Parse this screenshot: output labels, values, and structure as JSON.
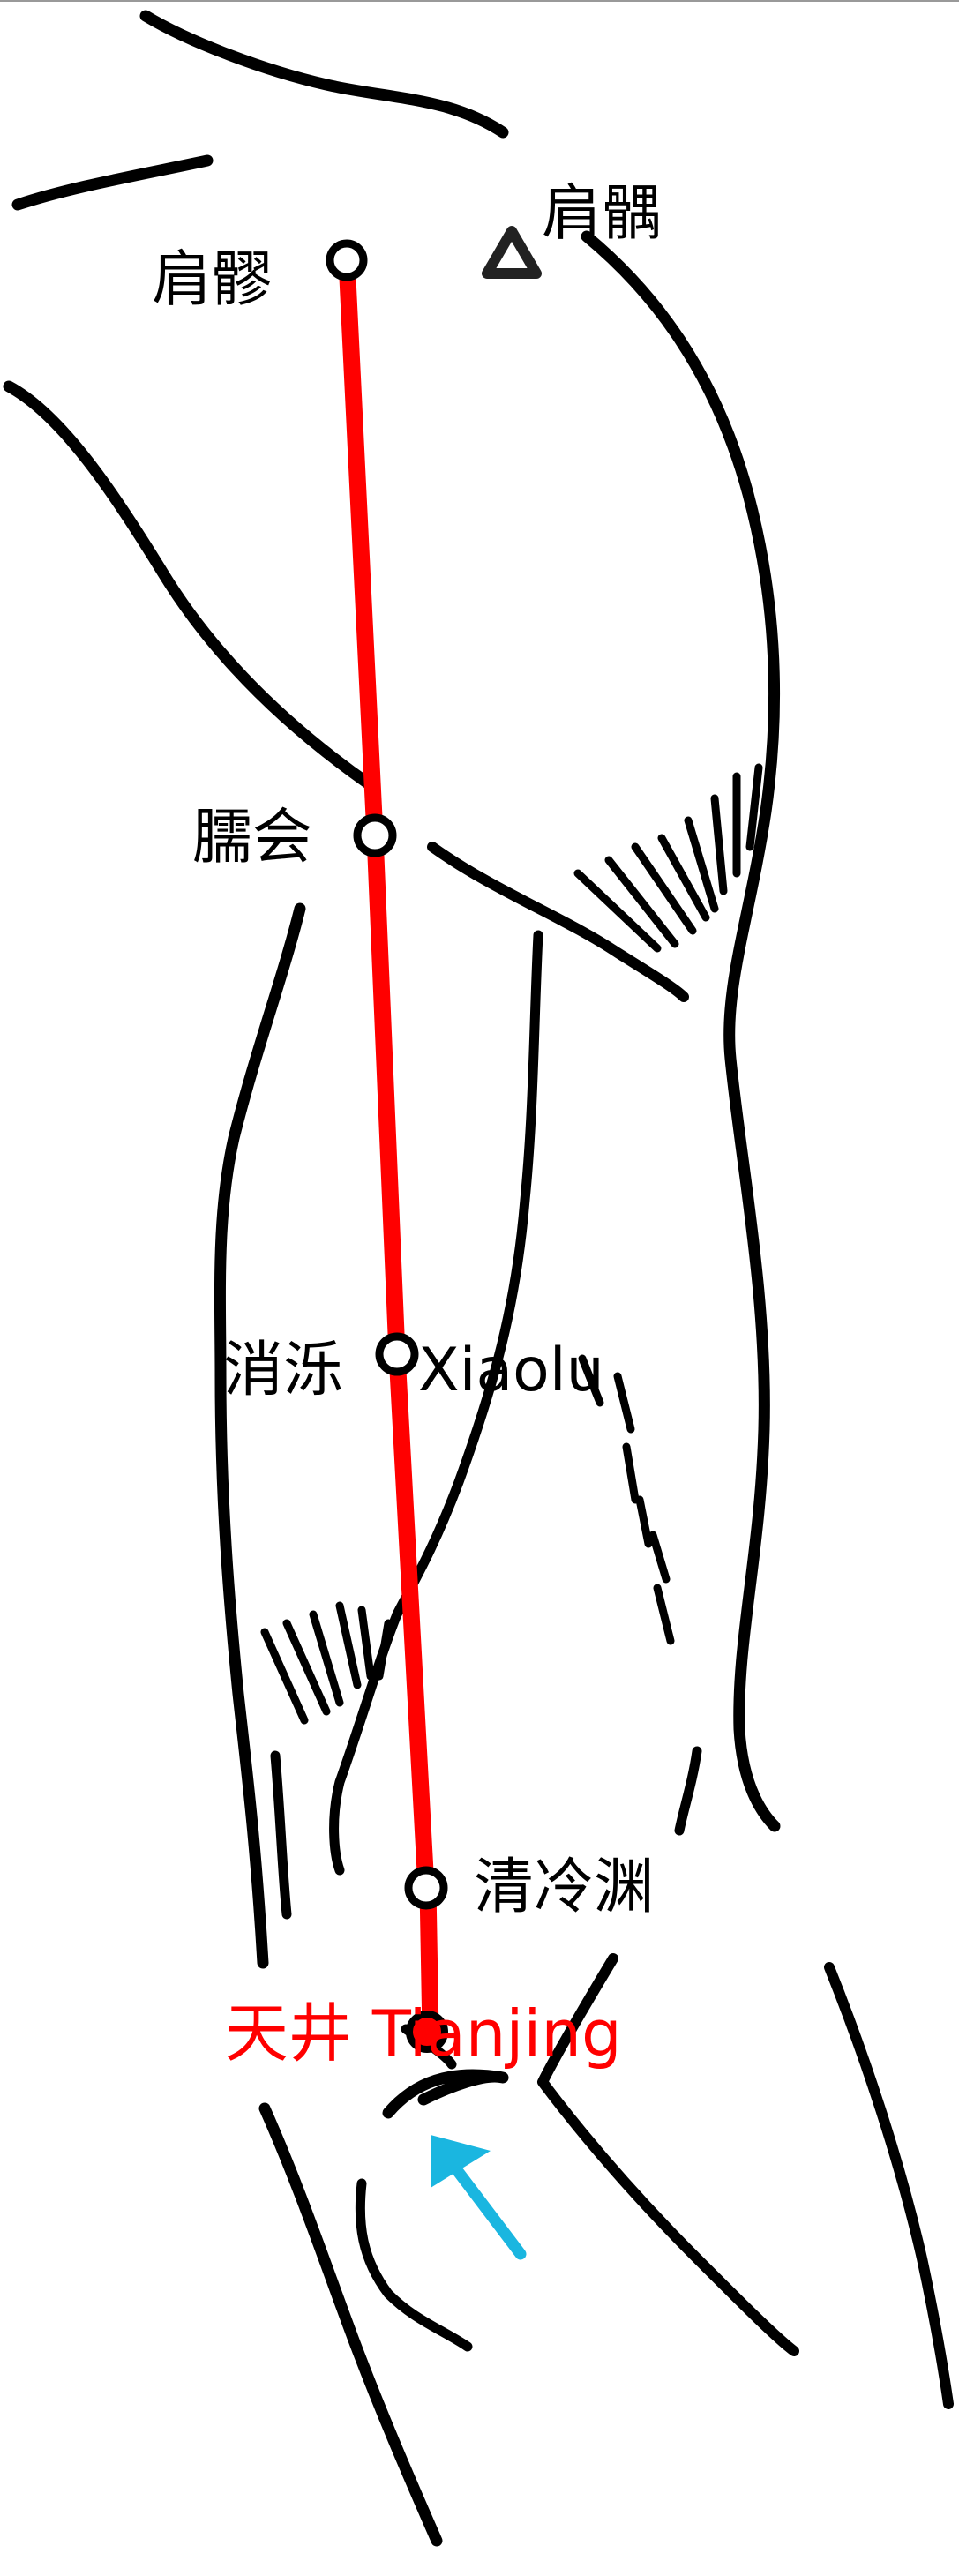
{
  "points": {
    "jianliao": "肩髎",
    "jianyu": "肩髃",
    "naohui": "臑会",
    "xiaoluo_cn": "消泺",
    "xiaoluo_en": "Xiaolu",
    "qinglengyuan": "清冷渊"
  },
  "target": {
    "label": "天井 Tianjing"
  },
  "colors": {
    "meridian": "#ff0000",
    "target": "#ff0000",
    "arrow": "#1ab6e0",
    "outline": "#000000"
  },
  "icons": {
    "point_marker": "hollow-circle-icon",
    "landmark_marker": "triangle-icon",
    "target_marker": "filled-circle-icon",
    "pointer": "arrow-icon"
  }
}
